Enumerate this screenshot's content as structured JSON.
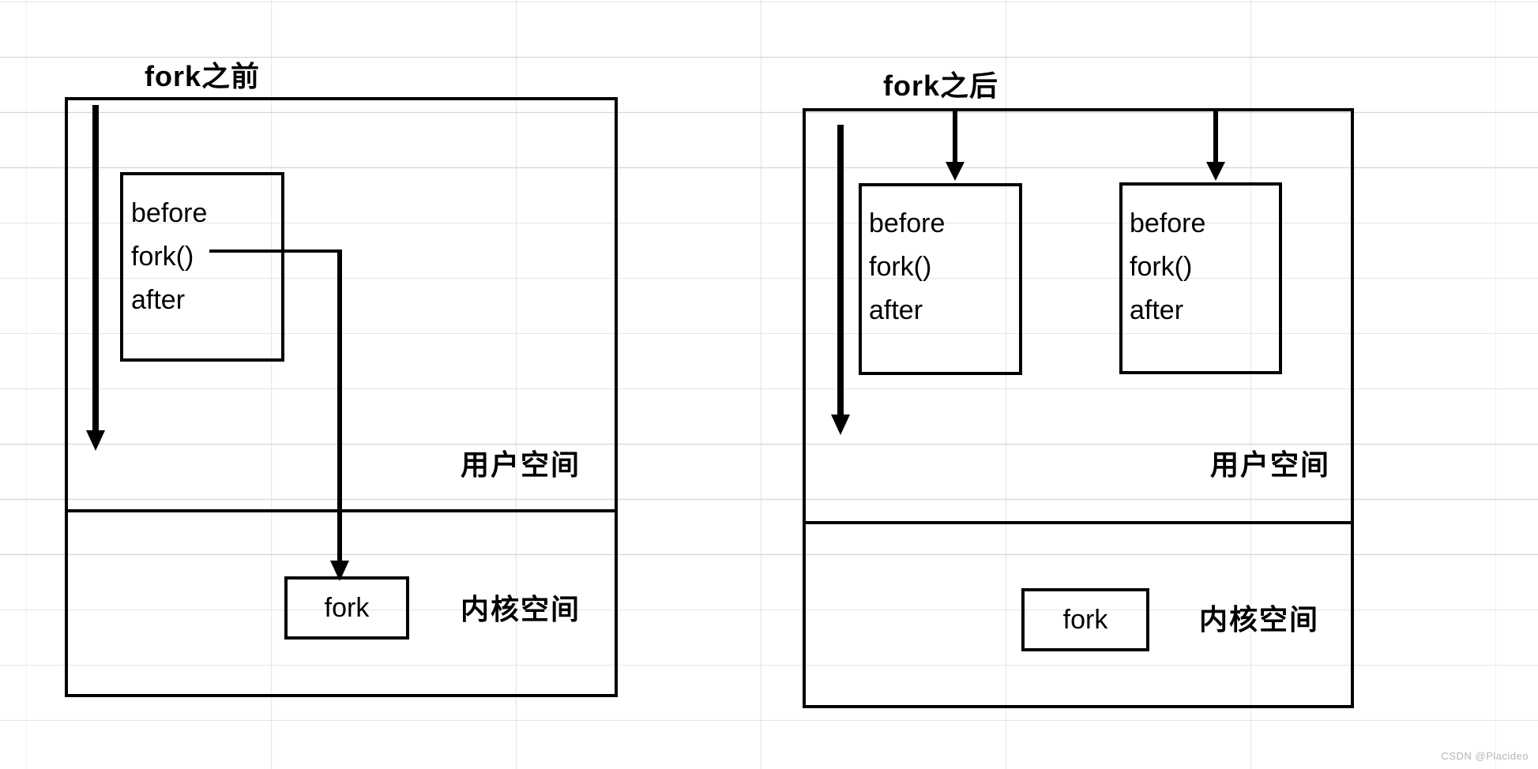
{
  "left_diagram": {
    "title": "fork之前",
    "code_lines": [
      "before",
      "fork()",
      "after"
    ],
    "kernel_func_label": "fork",
    "user_space_label": "用户空间",
    "kernel_space_label": "内核空间"
  },
  "right_diagram": {
    "title": "fork之后",
    "parent_code_lines": [
      "before",
      "fork()",
      "after"
    ],
    "child_code_lines": [
      "before",
      "fork()",
      "after"
    ],
    "kernel_func_label": "fork",
    "user_space_label": "用户空间",
    "kernel_space_label": "内核空间"
  },
  "watermark": "CSDN @Placideo",
  "colors": {
    "stroke": "#000000",
    "gridline_horizontal": "#d7d7d7",
    "gridline_vertical": "#e9e9e9",
    "watermark_text": "#b5b5b5"
  }
}
